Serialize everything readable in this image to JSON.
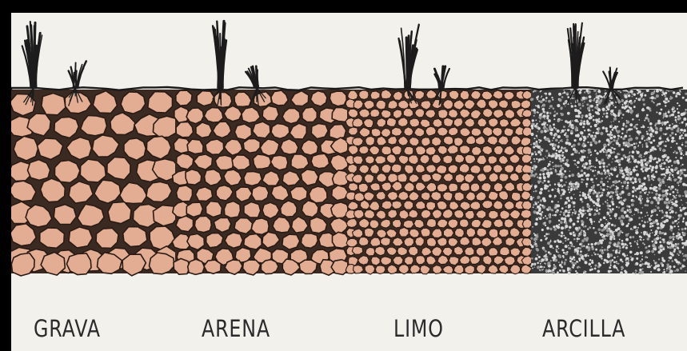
{
  "soil_types": [
    {
      "id": "grava",
      "label": "GRAVA"
    },
    {
      "id": "arena",
      "label": "ARENA"
    },
    {
      "id": "limo",
      "label": "LIMO"
    },
    {
      "id": "arcilla",
      "label": "ARCILLA"
    }
  ],
  "colors": {
    "frame": "#000000",
    "background": "#f3f1ec",
    "particle_fill": "#e2ad92",
    "particle_stroke": "#2a1a14",
    "clay_dark": "#3a3a3a",
    "clay_light": "#d8d8d8",
    "grass": "#1c1c1c",
    "label_text": "#2b2b2b"
  }
}
